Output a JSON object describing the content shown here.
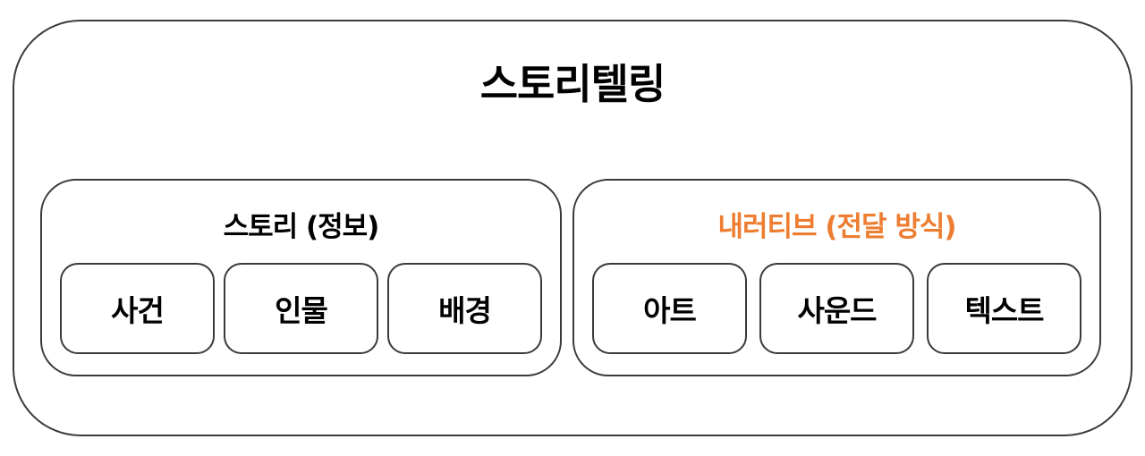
{
  "diagram": {
    "title": "스토리텔링",
    "colors": {
      "border": "#3a3a3a",
      "text": "#000000",
      "accent": "#ED7D31"
    },
    "groups": [
      {
        "title": "스토리 (정보)",
        "title_color": "#000000",
        "items": [
          {
            "label": "사건"
          },
          {
            "label": "인물"
          },
          {
            "label": "배경"
          }
        ]
      },
      {
        "title": "내러티브 (전달 방식)",
        "title_color": "#ED7D31",
        "items": [
          {
            "label": "아트"
          },
          {
            "label": "사운드"
          },
          {
            "label": "텍스트"
          }
        ]
      }
    ]
  }
}
